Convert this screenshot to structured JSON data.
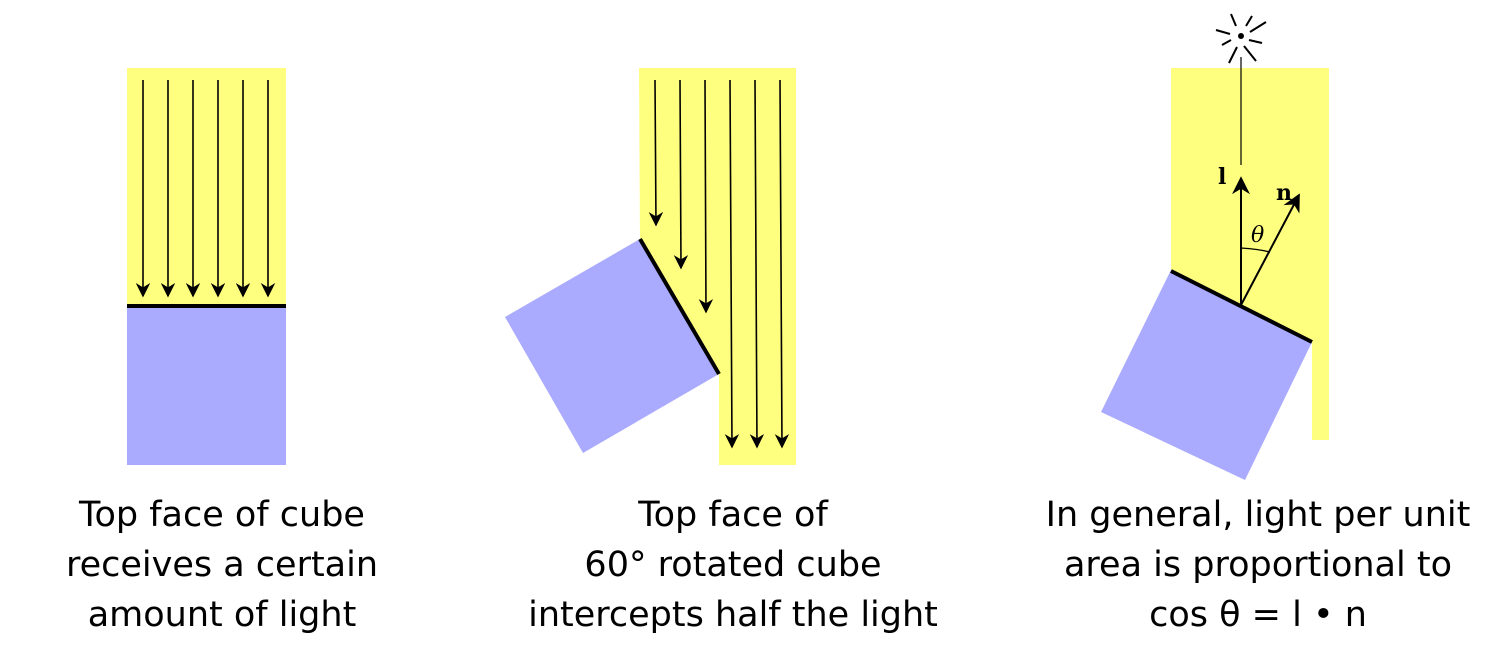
{
  "colors": {
    "light": "#ffff7f",
    "cube": "#aaaaff",
    "ink": "#000000"
  },
  "panels": [
    {
      "caption": [
        "Top face of cube",
        "receives a certain",
        "amount of light"
      ],
      "rotation_deg": 0
    },
    {
      "caption": [
        "Top face of",
        "60° rotated cube",
        "intercepts half the light"
      ],
      "rotation_deg": 60
    },
    {
      "caption": [
        "In general, light per unit",
        "area is proportional to",
        "cos θ = l • n"
      ],
      "labels": {
        "light_vector": "l",
        "normal_vector": "n",
        "angle": "θ"
      }
    }
  ]
}
